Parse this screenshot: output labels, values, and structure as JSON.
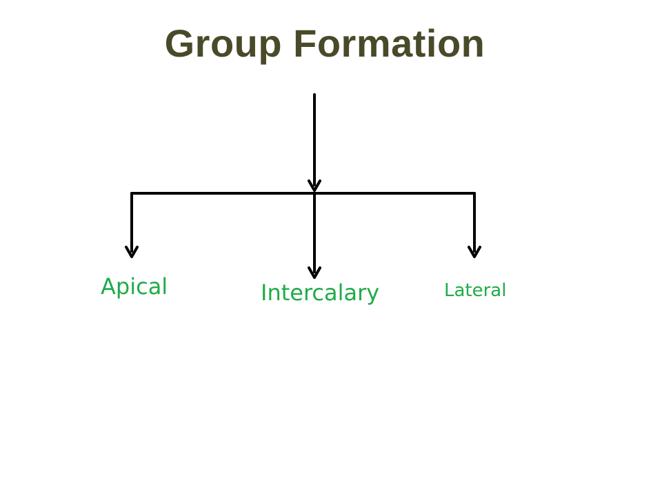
{
  "slide": {
    "title": "Group Formation",
    "title_color": "#4a4a2a",
    "label_color": "#1fab4a",
    "connector_color": "#000000"
  },
  "tree": {
    "root": "Group Formation",
    "children": [
      {
        "label": "Apical"
      },
      {
        "label": "Intercalary"
      },
      {
        "label": "Lateral"
      }
    ]
  }
}
